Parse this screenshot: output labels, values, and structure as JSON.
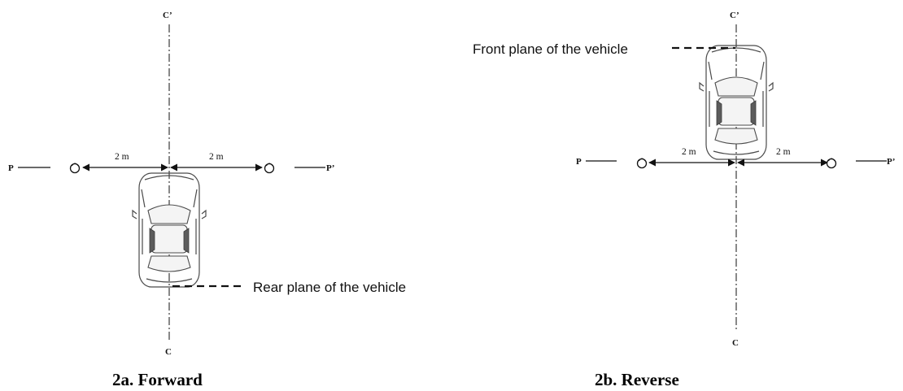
{
  "panels": [
    {
      "axis_top": "C’",
      "axis_bottom": "C",
      "left_point": "P",
      "right_point": "P’",
      "left_distance": "2 m",
      "right_distance": "2 m",
      "plane_label": "Rear plane of the vehicle",
      "caption": "2a. Forward"
    },
    {
      "axis_top": "C’",
      "axis_bottom": "C",
      "left_point": "P",
      "right_point": "P’",
      "left_distance": "2 m",
      "right_distance": "2 m",
      "plane_label": "Front plane of the vehicle",
      "caption": "2b. Reverse"
    }
  ]
}
